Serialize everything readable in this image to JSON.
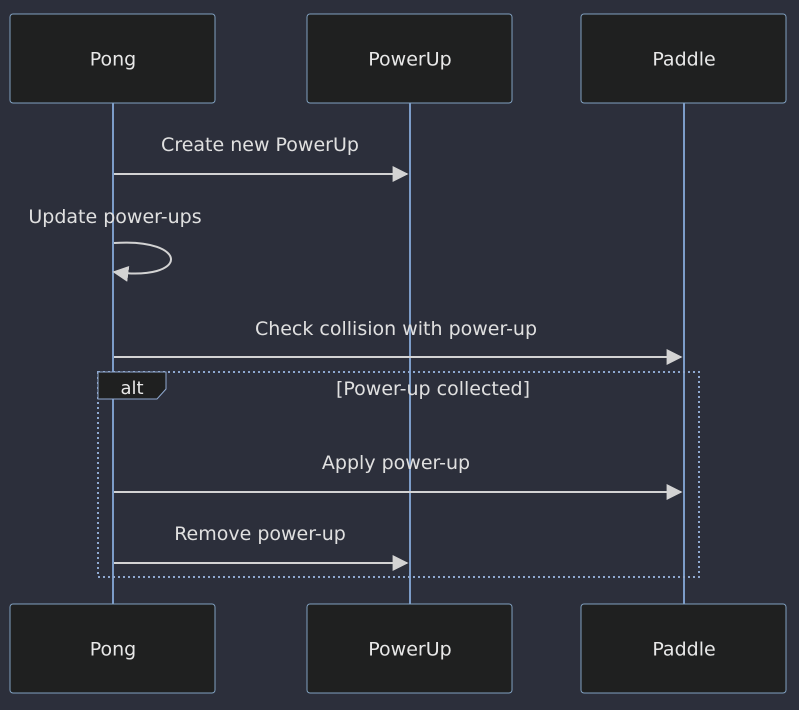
{
  "diagram": {
    "type": "sequence",
    "actors": [
      {
        "id": "pong",
        "label": "Pong"
      },
      {
        "id": "powerup",
        "label": "PowerUp"
      },
      {
        "id": "paddle",
        "label": "Paddle"
      }
    ],
    "messages": [
      {
        "from": "pong",
        "to": "powerup",
        "label": "Create new PowerUp"
      },
      {
        "from": "pong",
        "to": "pong",
        "label": "Update power-ups"
      },
      {
        "from": "pong",
        "to": "paddle",
        "label": "Check collision with power-up"
      },
      {
        "from": "pong",
        "to": "paddle",
        "label": "Apply power-up"
      },
      {
        "from": "pong",
        "to": "powerup",
        "label": "Remove power-up"
      }
    ],
    "alt": {
      "tag": "alt",
      "condition": "[Power-up collected]"
    }
  },
  "colors": {
    "background": "#2c2f3b",
    "actor_fill": "#1f2020",
    "actor_border": "#81a1c1",
    "lifeline": "#7c9cc8",
    "message": "#d3d3d3"
  }
}
